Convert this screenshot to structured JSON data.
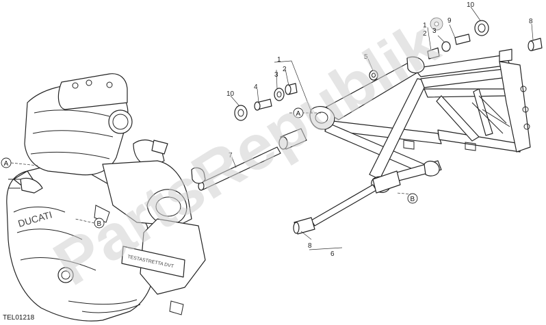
{
  "diagram": {
    "drawing_code": "TEL01218",
    "watermark": "PartsRepublik",
    "engine_brand": "DUCATI",
    "engine_plate": "TESTASTRETTA DVT",
    "reference_markers": [
      "A",
      "B"
    ],
    "callouts": [
      "1",
      "2",
      "3",
      "4",
      "5",
      "6",
      "7",
      "8",
      "9",
      "10"
    ]
  }
}
